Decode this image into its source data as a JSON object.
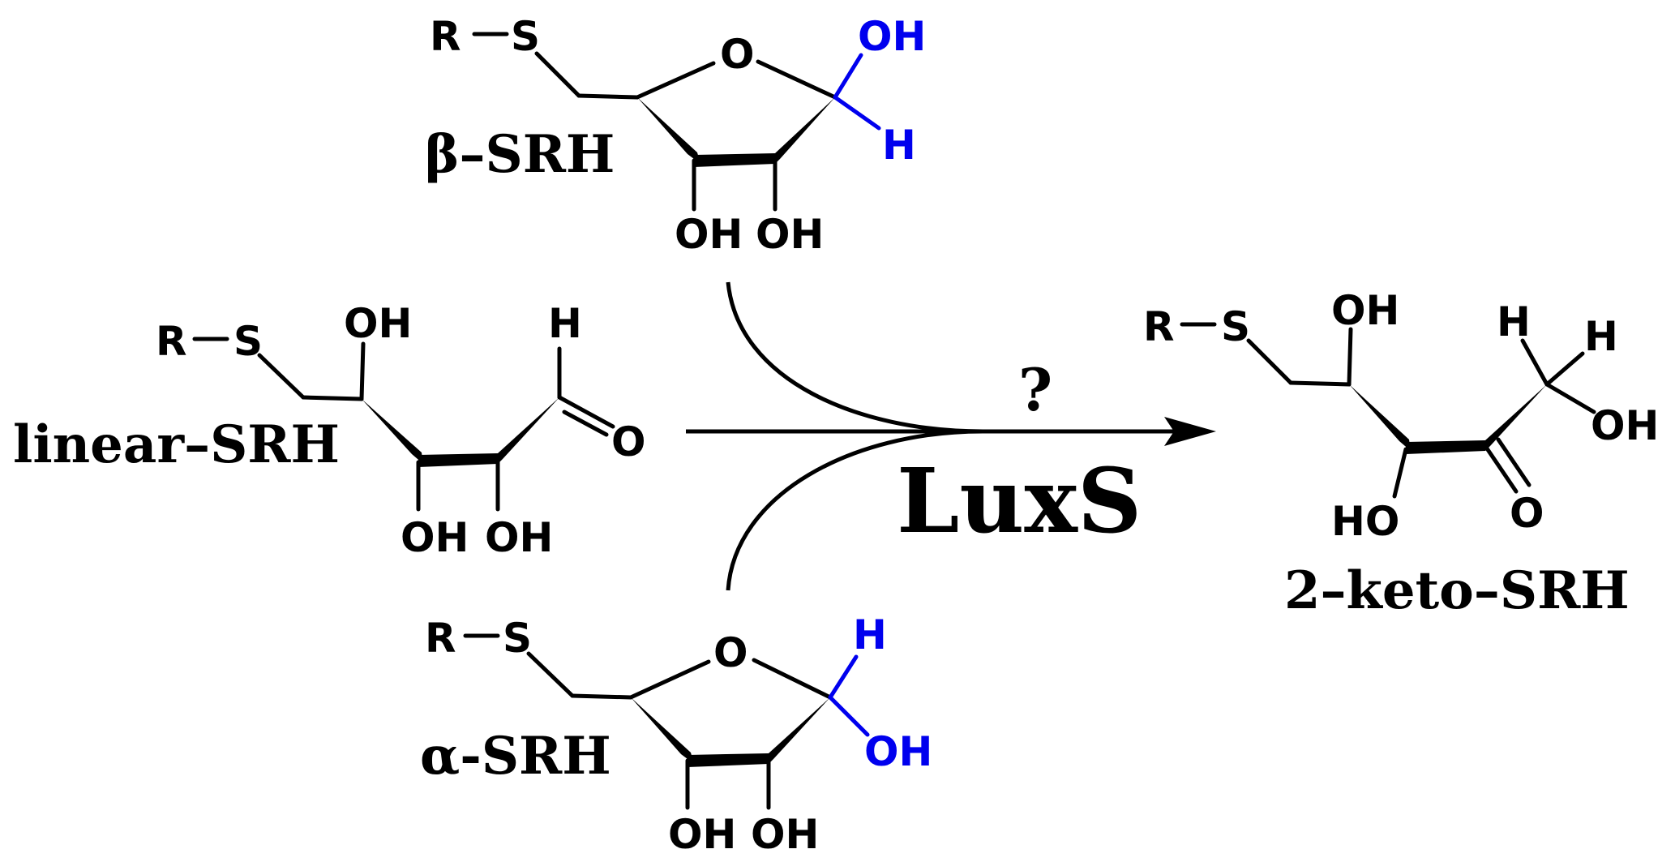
{
  "colors": {
    "bond": "#000000",
    "anomeric": "#0000ee"
  },
  "reaction": {
    "enzyme": "LuxS",
    "question": "?"
  },
  "beta_srh": {
    "name": "β–SRH",
    "R": "R",
    "S": "S",
    "O": "O",
    "anomeric_oh": "OH",
    "anomeric_h": "H",
    "oh3": "OH",
    "oh4": "OH"
  },
  "linear_srh": {
    "name": "linear–SRH",
    "R": "R",
    "S": "S",
    "oh_top": "OH",
    "h_ald": "H",
    "o_ald": "O",
    "oh_b1": "OH",
    "oh_b2": "OH"
  },
  "alpha_srh": {
    "name": "α-SRH",
    "R": "R",
    "S": "S",
    "O": "O",
    "anomeric_h": "H",
    "anomeric_oh": "OH",
    "oh3": "OH",
    "oh4": "OH"
  },
  "keto_srh": {
    "name": "2–keto–SRH",
    "R": "R",
    "S": "S",
    "oh_top": "OH",
    "h1": "H",
    "h2": "H",
    "oh_end": "OH",
    "ho_bottom": "HO",
    "o_keto": "O"
  }
}
